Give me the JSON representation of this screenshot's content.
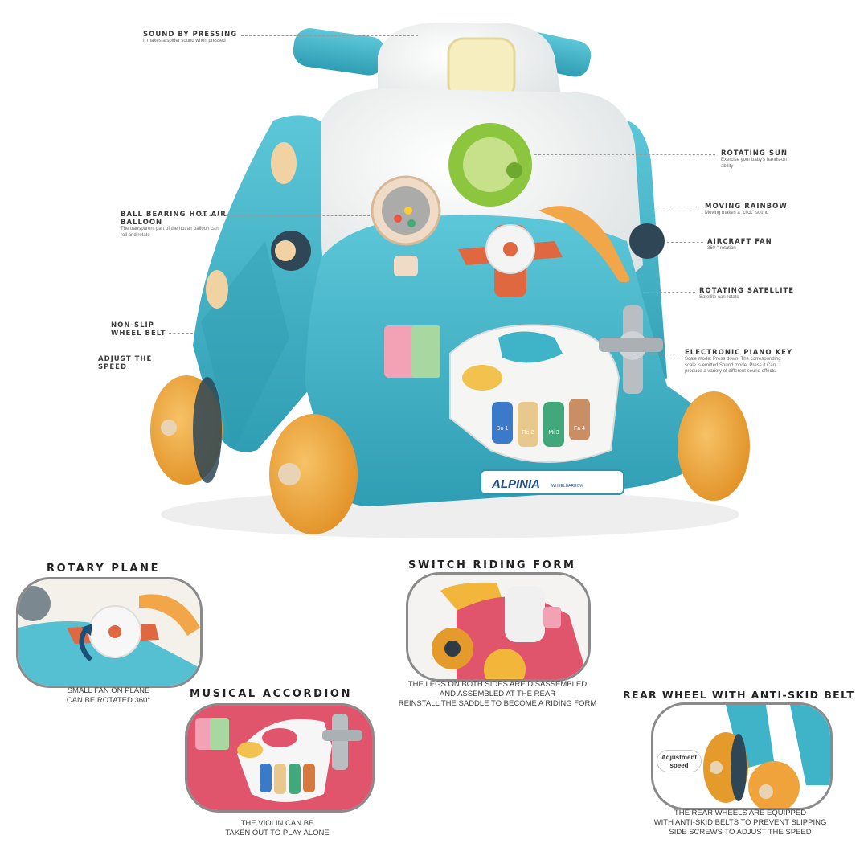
{
  "callouts": [
    {
      "id": "sound",
      "title": "SOUND BY PRESSING",
      "sub": "It makes a spider sound when pressed"
    },
    {
      "id": "sun",
      "title": "ROTATING SUN",
      "sub": "Exercise your baby's hands-on ability"
    },
    {
      "id": "balloon",
      "title": "BALL BEARING HOT AIR BALLOON",
      "sub": "The transparent part of the hot air balloon can roll and rotate"
    },
    {
      "id": "rainbow",
      "title": "MOVING RAINBOW",
      "sub": "Moving makes a \"click\" sound"
    },
    {
      "id": "fan",
      "title": "AIRCRAFT FAN",
      "sub": "360 ° rotation"
    },
    {
      "id": "satellite",
      "title": "ROTATING SATELLITE",
      "sub": "Satellite can rotate"
    },
    {
      "id": "belt",
      "title": "NON-SLIP WHEEL BELT",
      "sub": ""
    },
    {
      "id": "speed",
      "title": "ADJUST THE SPEED",
      "sub": ""
    },
    {
      "id": "piano",
      "title": "ELECTRONIC PIANO KEY",
      "sub": "Scale mode: Press down. The corresponding scale is emitted Sound mode: Press it Can produce a variety of different sound effects"
    }
  ],
  "product": {
    "brand": "ALPINIA",
    "brand_sub": "WHEELBARROW",
    "piano_keys": [
      "Do 1",
      "Re 2",
      "Mi 3",
      "Fa 4"
    ]
  },
  "sections": {
    "rotary": {
      "title": "ROTARY PLANE",
      "caption_1": "SMALL FAN ON PLANE",
      "caption_2": "CAN BE ROTATED 360°"
    },
    "switch": {
      "title": "SWITCH RIDING FORM",
      "caption_1": "THE LEGS ON BOTH SIDES ARE DISASSEMBLED",
      "caption_2": "AND ASSEMBLED AT THE REAR",
      "caption_3": "REINSTALL THE SADDLE TO BECOME A RIDING FORM"
    },
    "accordion": {
      "title": "MUSICAL ACCORDION",
      "caption_1": "THE VIOLIN CAN BE",
      "caption_2": "TAKEN OUT TO PLAY ALONE"
    },
    "rear": {
      "title": "REAR WHEEL WITH ANTI-SKID BELT",
      "badge_1": "Adjustment",
      "badge_2": "speed",
      "caption_1": "THE REAR WHEELS ARE EQUIPPED",
      "caption_2": "WITH ANTI-SKID BELTS TO PREVENT SLIPPING",
      "caption_3": "SIDE SCREWS TO ADJUST THE SPEED"
    }
  },
  "colors": {
    "teal": "#3fb3c8",
    "teal_dark": "#2a97ad",
    "orange_wheel": "#f0a33a",
    "white_body": "#f3f4f2",
    "pink": "#e0546c",
    "background": "#ffffff"
  }
}
